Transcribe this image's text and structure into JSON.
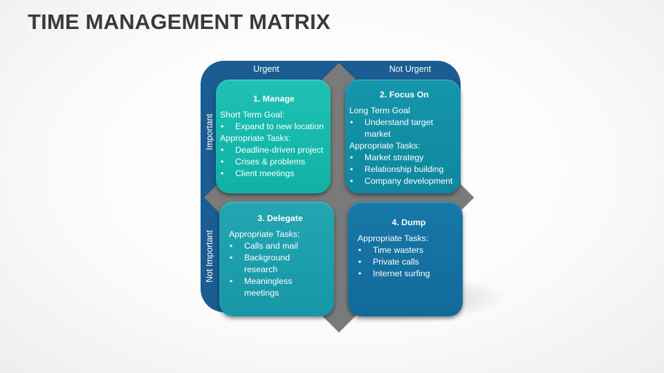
{
  "title": "TIME MANAGEMENT MATRIX",
  "axes": {
    "urgent": "Urgent",
    "not_urgent": "Not Urgent",
    "important": "Important",
    "not_important": "Not Important"
  },
  "quadrants": [
    {
      "title": "1. Manage",
      "heading1": "Short Term Goal:",
      "items1": [
        "Expand to new location"
      ],
      "heading2": "Appropriate Tasks:",
      "items2": [
        "Deadline-driven project",
        "Crises & problems",
        "Client meetings"
      ]
    },
    {
      "title": "2. Focus On",
      "heading1": "Long Term Goal",
      "items1": [
        "Understand target market"
      ],
      "heading2": "Appropriate Tasks:",
      "items2": [
        "Market strategy",
        "Relationship building",
        "Company development"
      ]
    },
    {
      "title": "3. Delegate",
      "heading1": "Appropriate Tasks:",
      "items1": [
        "Calls and mail",
        "Background research",
        "Meaningless meetings"
      ]
    },
    {
      "title": "4. Dump",
      "heading1": "Appropriate Tasks:",
      "items1": [
        "Time wasters",
        "Private calls",
        "Internet surfing"
      ]
    }
  ]
}
